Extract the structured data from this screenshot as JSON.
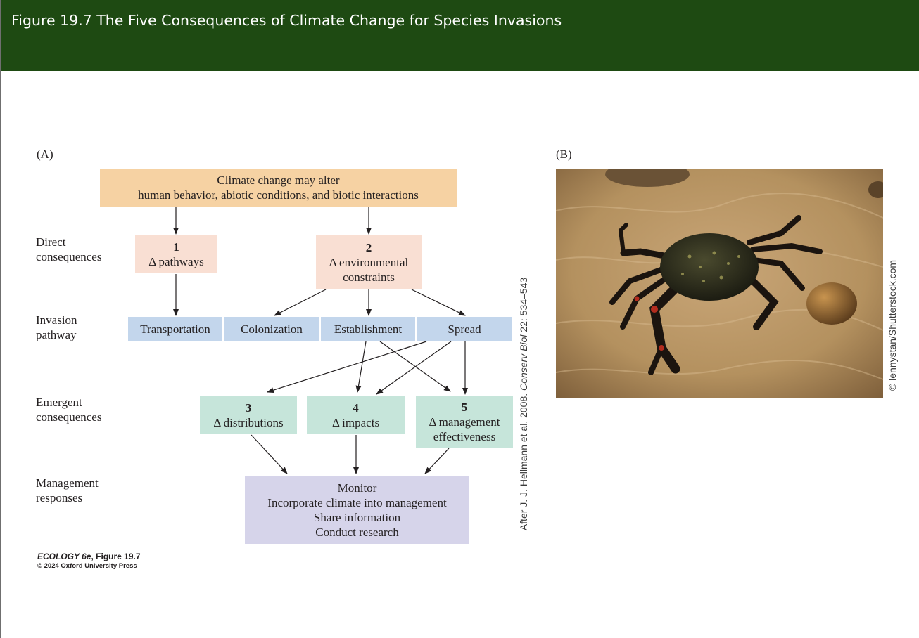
{
  "header": {
    "title": "Figure 19.7  The Five Consequences of Climate Change for Species Invasions"
  },
  "colors": {
    "header_bg": "#1e4a12",
    "orange": "#f6d2a3",
    "pink": "#f9dfd3",
    "blue": "#c3d6ec",
    "green": "#c6e5da",
    "purple": "#d6d4ea"
  },
  "panel_a": {
    "label": "(A)",
    "row_labels": {
      "direct": "Direct\nconsequences",
      "invasion": "Invasion\npathway",
      "emergent": "Emergent\nconsequences",
      "management": "Management\nresponses"
    },
    "top_box": {
      "line1": "Climate change may alter",
      "line2": "human behavior, abiotic conditions, and biotic interactions"
    },
    "direct": [
      {
        "num": "1",
        "line1": "Δ pathways",
        "line2": ""
      },
      {
        "num": "2",
        "line1": "Δ environmental",
        "line2": "constraints"
      }
    ],
    "pathway": [
      "Transportation",
      "Colonization",
      "Establishment",
      "Spread"
    ],
    "emergent": [
      {
        "num": "3",
        "line1": "Δ distributions",
        "line2": ""
      },
      {
        "num": "4",
        "line1": "Δ impacts",
        "line2": ""
      },
      {
        "num": "5",
        "line1": "Δ management",
        "line2": "effectiveness"
      }
    ],
    "management": [
      "Monitor",
      "Incorporate climate into management",
      "Share information",
      "Conduct research"
    ],
    "credit": {
      "prefix": "After J. J. Hellmann et al. 2008. ",
      "journal": "Conserv Biol",
      "suffix": " 22: 534–543"
    }
  },
  "panel_b": {
    "label": "(B)",
    "photo_subject": "crab-on-sand",
    "photo_credit": "© lennystan/Shutterstock.com"
  },
  "footer": {
    "book": "ECOLOGY 6e",
    "figure": ", Figure 19.7",
    "copyright": "© 2024 Oxford University Press"
  }
}
